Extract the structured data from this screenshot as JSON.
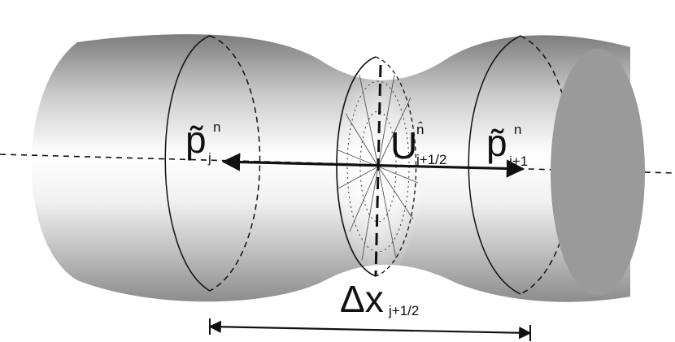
{
  "labels": {
    "p_left": {
      "main": "p̃",
      "sup": "n",
      "sub": "j"
    },
    "u_mid": {
      "main": "U",
      "sup": "n̂",
      "sub": "j+1/2"
    },
    "p_right": {
      "main": "p̃",
      "sup": "n",
      "sub": "j+1"
    },
    "dx": {
      "main": "Δx",
      "sub": "j+1/2"
    }
  },
  "colors": {
    "body_light": "#ffffff",
    "body_dark": "#8a8a8a",
    "end_cap": "#9a9a9a",
    "ink": "#111111"
  }
}
